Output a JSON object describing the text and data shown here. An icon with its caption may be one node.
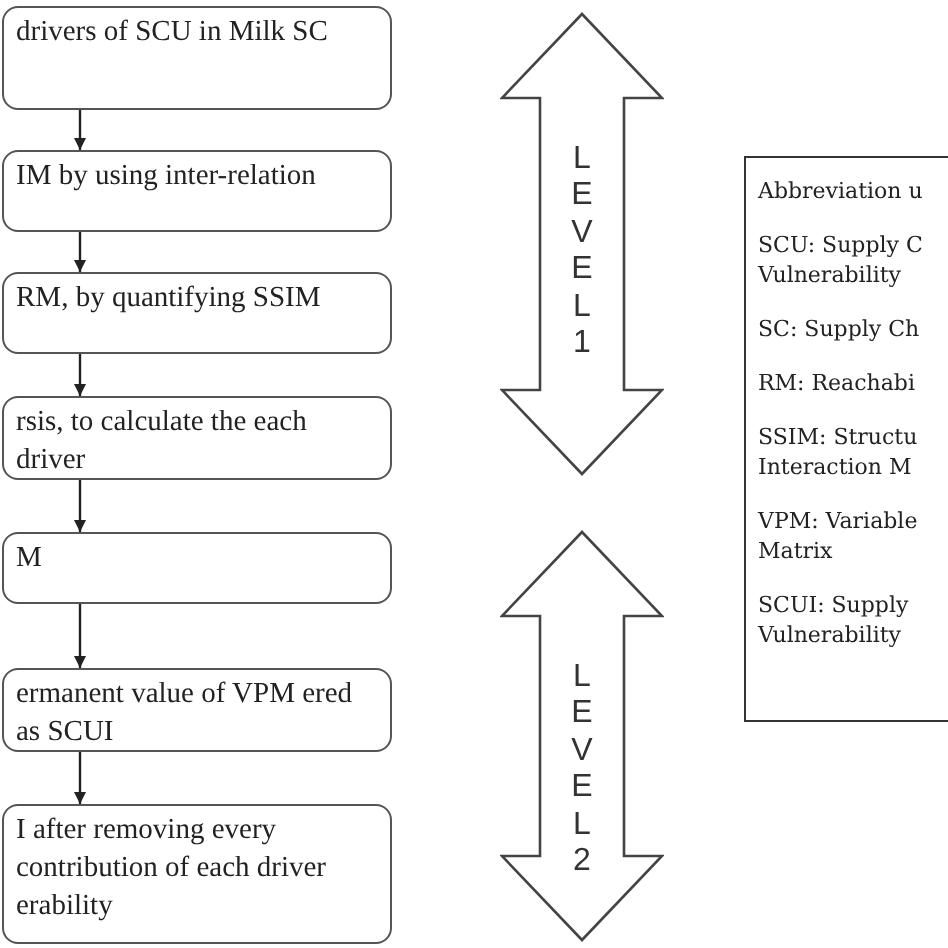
{
  "diagram": {
    "nodes": [
      {
        "text": [
          "drivers of SCU in Milk SC"
        ]
      },
      {
        "text": [
          "IM by using inter-relation"
        ]
      },
      {
        "text": [
          "RM, by quantifying SSIM"
        ]
      },
      {
        "text": [
          "rsis, to calculate the each driver"
        ]
      },
      {
        "text": [
          "M"
        ]
      },
      {
        "text": [
          "ermanent value of VPM ered as SCUI"
        ]
      },
      {
        "text": [
          "I after removing every contribution of each driver erability"
        ]
      },
      {
        "text": [
          "LEVEL1"
        ]
      },
      {
        "text": [
          "LEVEL2"
        ]
      },
      {
        "text": [
          "Abbreviation u",
          "SCU: Supply C Vulnerability",
          "SC: Supply Ch",
          "RM: Reachabi",
          "SSIM: Structu Interaction M",
          "VPM: Variable Matrix",
          "SCUI: Supply Vulnerability"
        ]
      }
    ],
    "edges": [
      {
        "from": 0,
        "to": 1,
        "arrow": "to"
      },
      {
        "from": 1,
        "to": 2,
        "arrow": "to"
      },
      {
        "from": 2,
        "to": 3,
        "arrow": "to"
      },
      {
        "from": 3,
        "to": 4,
        "arrow": "to"
      },
      {
        "from": 4,
        "to": 5,
        "arrow": "to"
      },
      {
        "from": 5,
        "to": 6,
        "arrow": "to"
      }
    ]
  }
}
